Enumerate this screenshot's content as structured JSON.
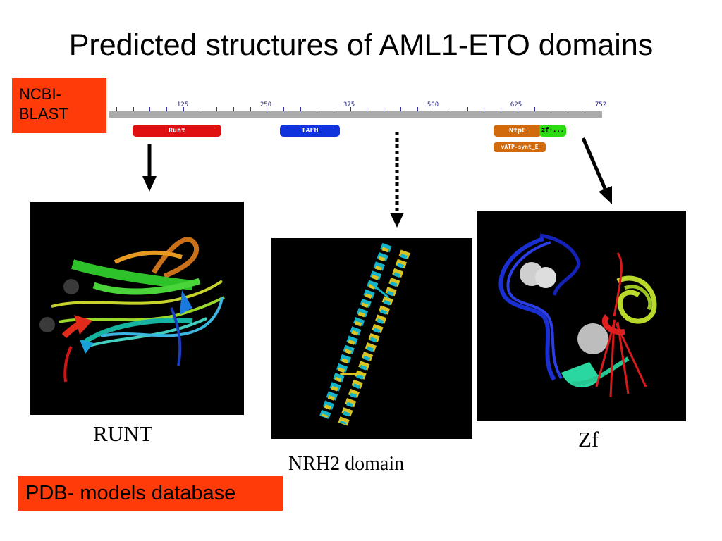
{
  "slide": {
    "title": "Predicted structures  of AML1-ETO domains"
  },
  "badges": {
    "ncbi_blast": "NCBI-\nBLAST",
    "ncbi_blast_line1": "NCBI-",
    "ncbi_blast_line2": "BLAST",
    "pdb": "PDB- models database",
    "color": "#ff3b0a"
  },
  "blast_track": {
    "ticks": [
      "125",
      "250",
      "375",
      "500",
      "625",
      "752"
    ],
    "domains": {
      "runt": "Runt",
      "tafh": "TAFH",
      "ntpe": "NtpE",
      "zf": "zf-...",
      "vatp": "vATP-synt_E"
    },
    "colors": {
      "runt": "#e01010",
      "tafh": "#1133dd",
      "ntpe": "#d16a0c",
      "zf": "#2ddb12"
    }
  },
  "structures": [
    {
      "caption": "RUNT"
    },
    {
      "caption": "NRH2 domain"
    },
    {
      "caption": "Zf"
    }
  ]
}
